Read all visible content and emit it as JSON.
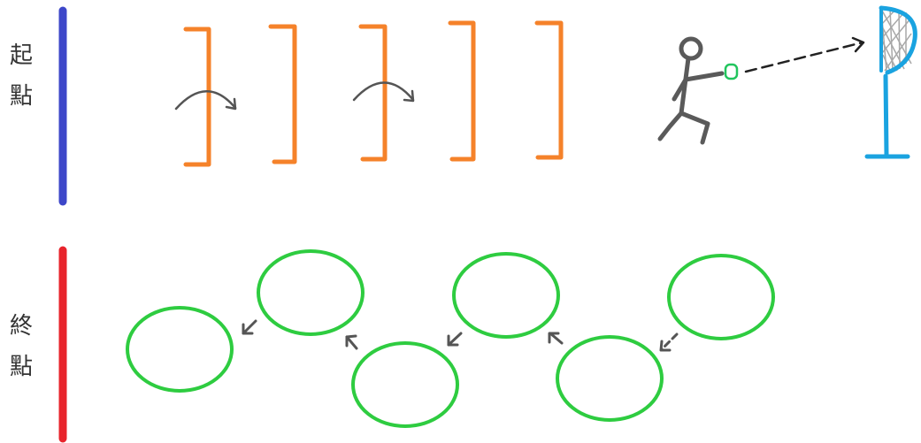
{
  "start_label": {
    "line1": "起",
    "line2": "點"
  },
  "end_label": {
    "line1": "終",
    "line2": "點"
  },
  "colors": {
    "start_bar": "#3d47c9",
    "end_bar": "#e8242c",
    "hurdle": "#f5822a",
    "jump_arrow": "#555555",
    "figure": "#5a5a5a",
    "ball": "#22c55e",
    "throw_path": "#222222",
    "goal": "#1aa3e0",
    "net": "#a8a8a8",
    "ring": "#2ecc40",
    "ring_arrow": "#555555"
  },
  "icons": [
    "hurdle-icon",
    "jump-arrow-icon",
    "stick-figure-icon",
    "ball-icon",
    "throw-arrow-icon",
    "basketball-hoop-icon",
    "hoop-ring-icon",
    "direction-arrow-icon"
  ]
}
